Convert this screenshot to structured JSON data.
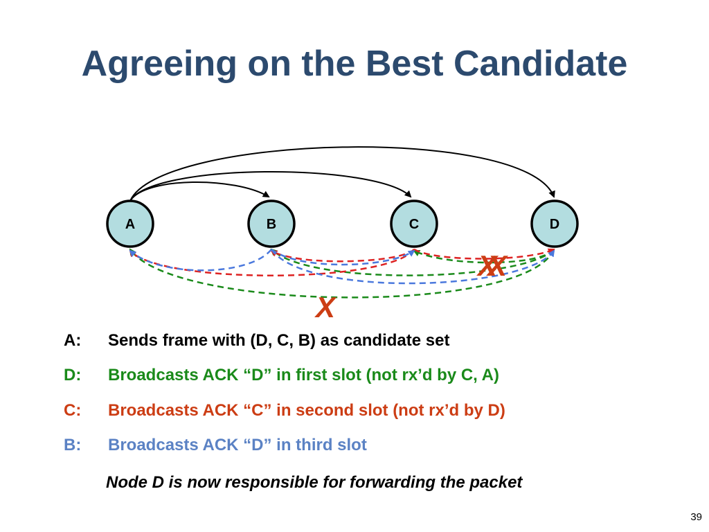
{
  "title": "Agreeing on the Best Candidate",
  "diagram": {
    "nodes": [
      "A",
      "B",
      "C",
      "D"
    ],
    "loss_marks": [
      "X",
      "X",
      "X"
    ]
  },
  "steps": [
    {
      "who": "A:",
      "text": "Sends frame with (D, C, B) as candidate set",
      "color": "#000000"
    },
    {
      "who": "D:",
      "text": "Broadcasts ACK “D” in first slot (not rx’d by C, A)",
      "color": "#1a8a1a"
    },
    {
      "who": "C:",
      "text": "Broadcasts ACK “C” in second slot (not rx’d by D)",
      "color": "#cc3d14"
    },
    {
      "who": "B:",
      "text": "Broadcasts ACK “D” in third slot",
      "color": "#5b82c4"
    }
  ],
  "note": "Node D is now responsible for forwarding the packet",
  "page_number": "39",
  "colors": {
    "title": "#2c4a6e",
    "node_fill": "#b3dde0",
    "ack_d": "#1a8a1a",
    "ack_c": "#dd2222",
    "ack_b": "#4a78dd",
    "loss_mark": "#cc3d14"
  }
}
